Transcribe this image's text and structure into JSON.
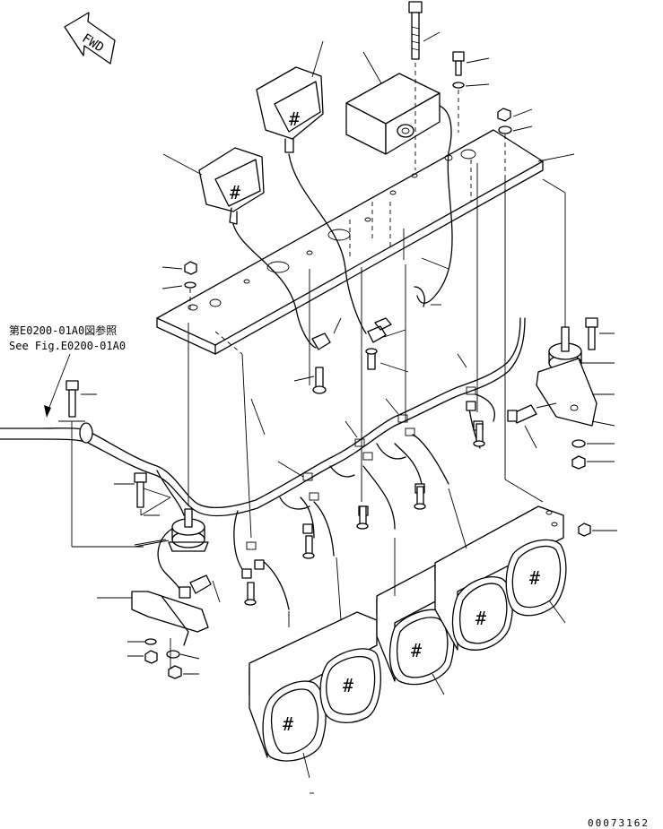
{
  "diagram": {
    "fwd_label": "FWD",
    "reference": {
      "japanese": "第E0200-01A0図参照",
      "english": "See Fig.E0200-01A0"
    },
    "part_number": "00073162",
    "lamp_glyph": "#"
  }
}
